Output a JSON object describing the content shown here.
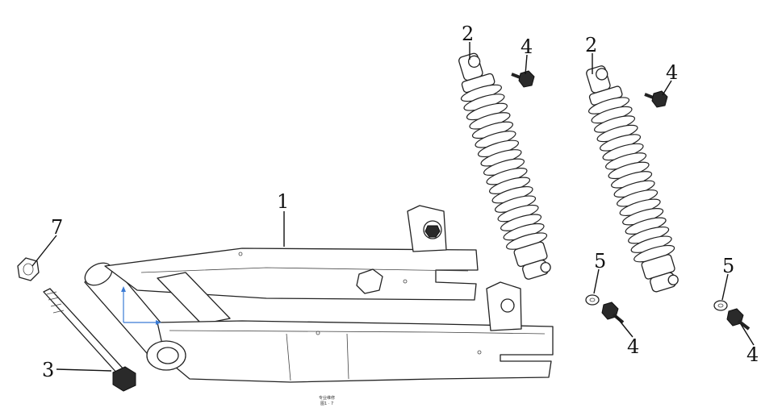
{
  "callouts": [
    {
      "id": "swingarm",
      "label": "1"
    },
    {
      "id": "shock-left",
      "label": "2"
    },
    {
      "id": "shock-right",
      "label": "2"
    },
    {
      "id": "pivot-bolt",
      "label": "3"
    },
    {
      "id": "bolt-top-left",
      "label": "4"
    },
    {
      "id": "bolt-top-right",
      "label": "4"
    },
    {
      "id": "bolt-bottom-left",
      "label": "4"
    },
    {
      "id": "bolt-bottom-right",
      "label": "4"
    },
    {
      "id": "washer-left",
      "label": "5"
    },
    {
      "id": "washer-right",
      "label": "5"
    },
    {
      "id": "pivot-nut",
      "label": "7"
    }
  ],
  "footer": {
    "line1": "专业维修",
    "line2": "图1 · 7"
  },
  "colors": {
    "line": "#222222",
    "fill": "#ffffff",
    "axis": "#3a7bd5"
  }
}
